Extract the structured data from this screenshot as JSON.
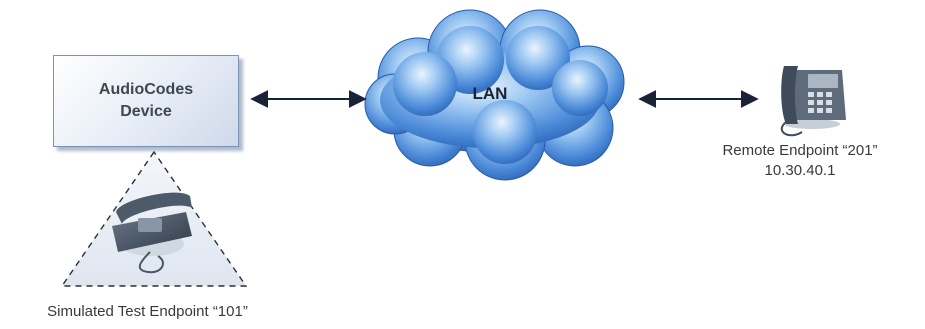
{
  "device": {
    "line1": "AudioCodes",
    "line2": "Device"
  },
  "network": {
    "label": "LAN"
  },
  "remote_endpoint": {
    "name": "Remote Endpoint “201”",
    "ip": "10.30.40.1",
    "icon": "desk-phone-icon"
  },
  "simulated_endpoint": {
    "name": "Simulated Test Endpoint “101”",
    "icon": "telephone-icon"
  },
  "colors": {
    "cloud_blue": "#3d7fd2",
    "arrow": "#1a2238",
    "box_border": "#7d93b5"
  }
}
